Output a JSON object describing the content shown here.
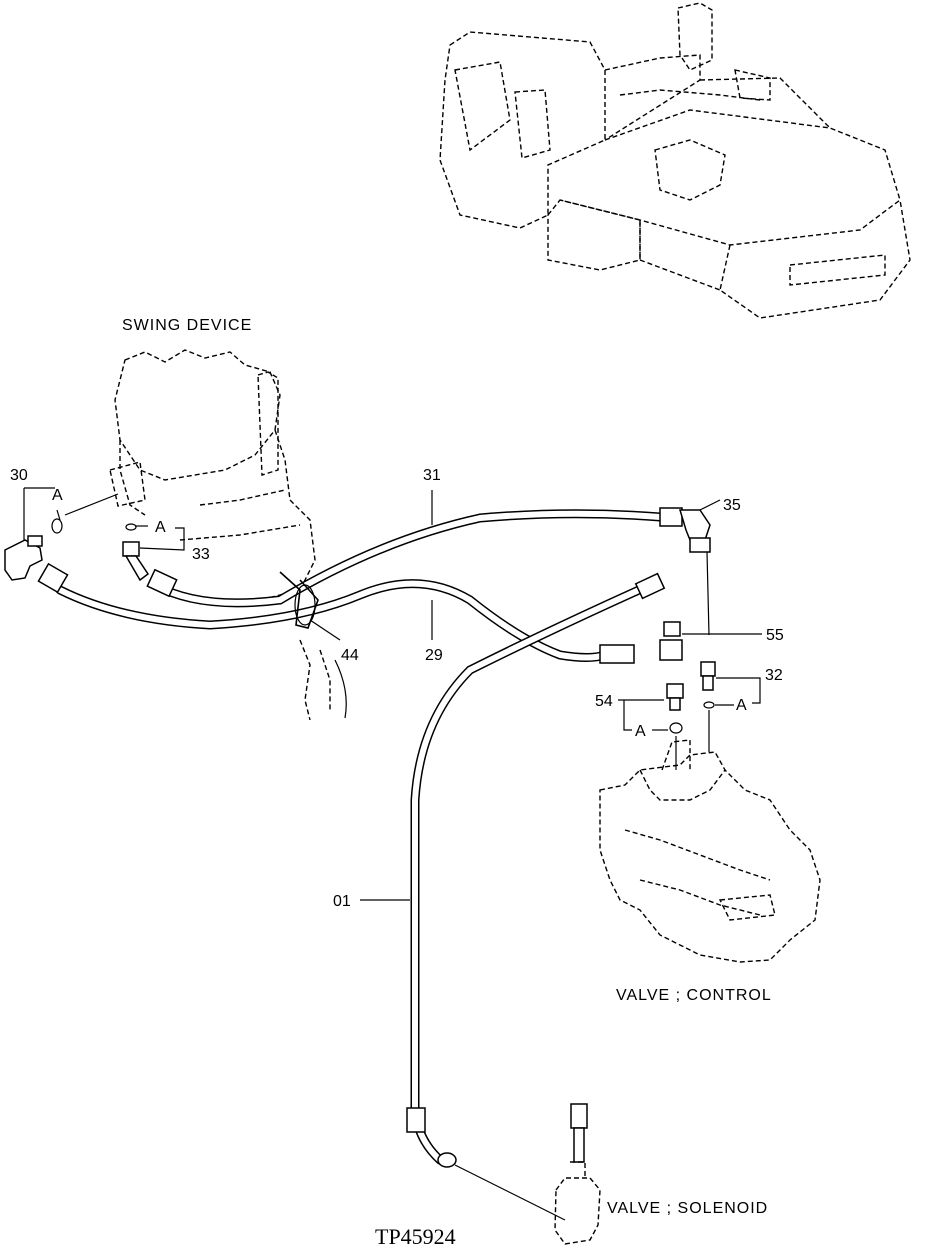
{
  "captions": {
    "swing_device": "SWING DEVICE",
    "valve_control": "VALVE ; CONTROL",
    "valve_solenoid": "VALVE ; SOLENOID",
    "figure_id": "TP45924"
  },
  "callouts": {
    "p30": "30",
    "p31": "31",
    "p35": "35",
    "p33": "33",
    "p44": "44",
    "p29": "29",
    "p55": "55",
    "p32": "32",
    "p54": "54",
    "p01": "01"
  },
  "ref_letter": "A"
}
